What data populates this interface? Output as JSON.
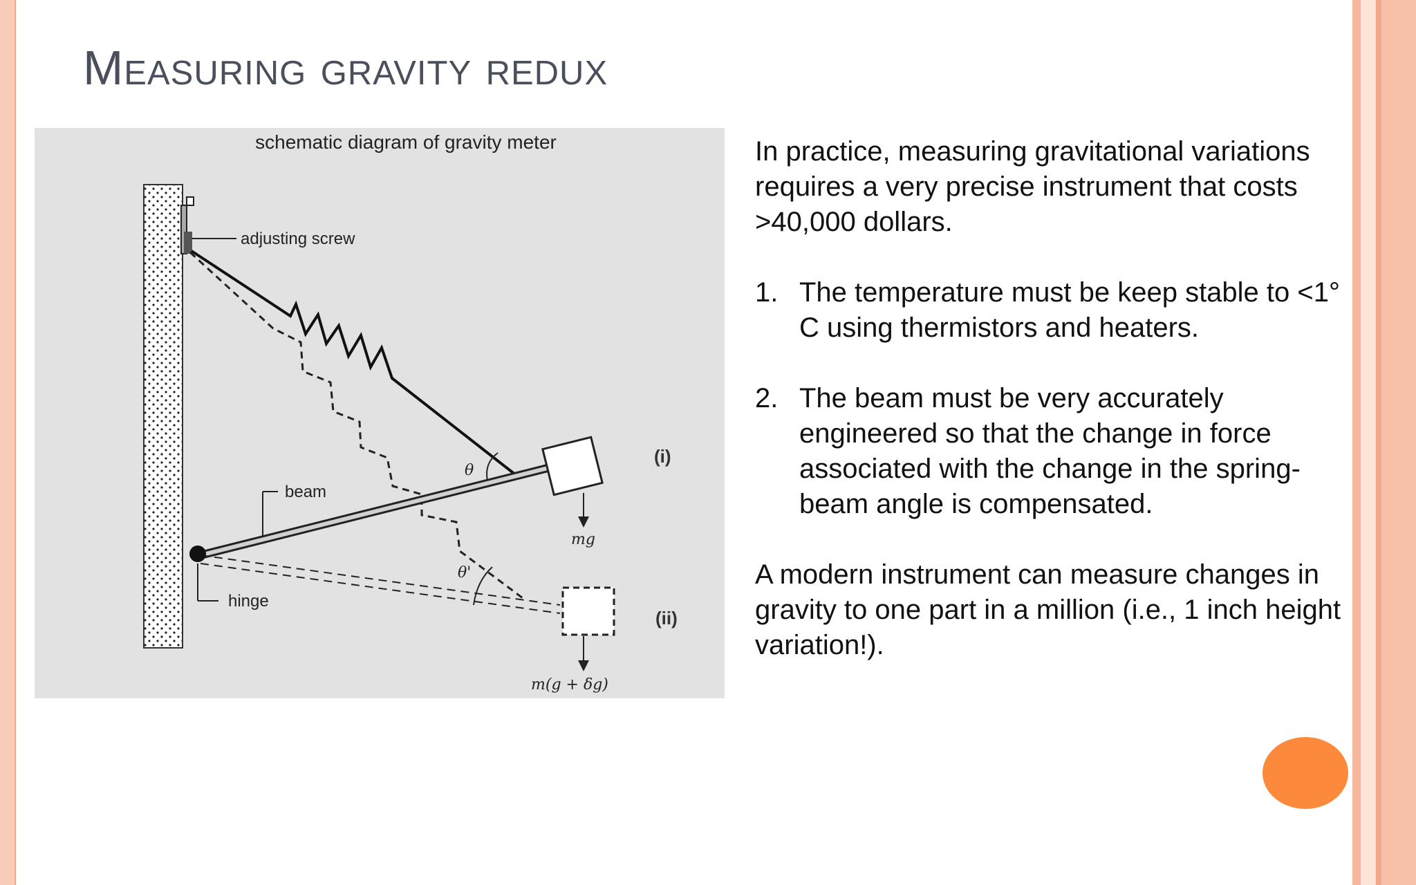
{
  "slide": {
    "title": "Measuring gravity redux",
    "figure": {
      "caption": "schematic diagram of gravity meter",
      "labels": {
        "adjusting_screw": "adjusting screw",
        "beam": "beam",
        "hinge": "hinge",
        "theta": "θ",
        "theta_prime": "θ'",
        "mg": "mg",
        "m_g_delta": "m(g + δg)",
        "state_i": "(i)",
        "state_ii": "(ii)"
      }
    },
    "intro": "In practice, measuring gravitational variations requires a very precise instrument that costs >40,000 dollars.",
    "items": [
      {
        "num": "1.",
        "text": "The temperature must be keep stable to <1° C using thermistors and heaters."
      },
      {
        "num": "2.",
        "text": "The beam must be very accurately engineered so that the change in force associated with the change in  the spring-beam angle is compensated."
      }
    ],
    "note": "A modern instrument can measure changes in gravity to one part in a million (i.e., 1 inch height variation!).",
    "colors": {
      "accent": "#fd8a3c",
      "title": "#4a4f5c",
      "border": "#f9cbb9"
    }
  }
}
